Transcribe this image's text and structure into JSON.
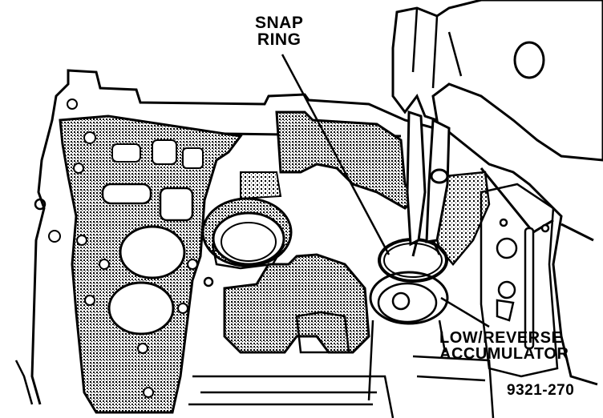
{
  "labels": {
    "snap_ring_line1": "SNAP",
    "snap_ring_line2": "RING",
    "low_reverse_line1": "LOW/REVERSE",
    "low_reverse_line2": "ACCUMULATOR",
    "figure_number": "9321-270"
  },
  "colors": {
    "ink": "#000000",
    "paper": "#ffffff",
    "gasket_shade": "#9a9a9a"
  }
}
